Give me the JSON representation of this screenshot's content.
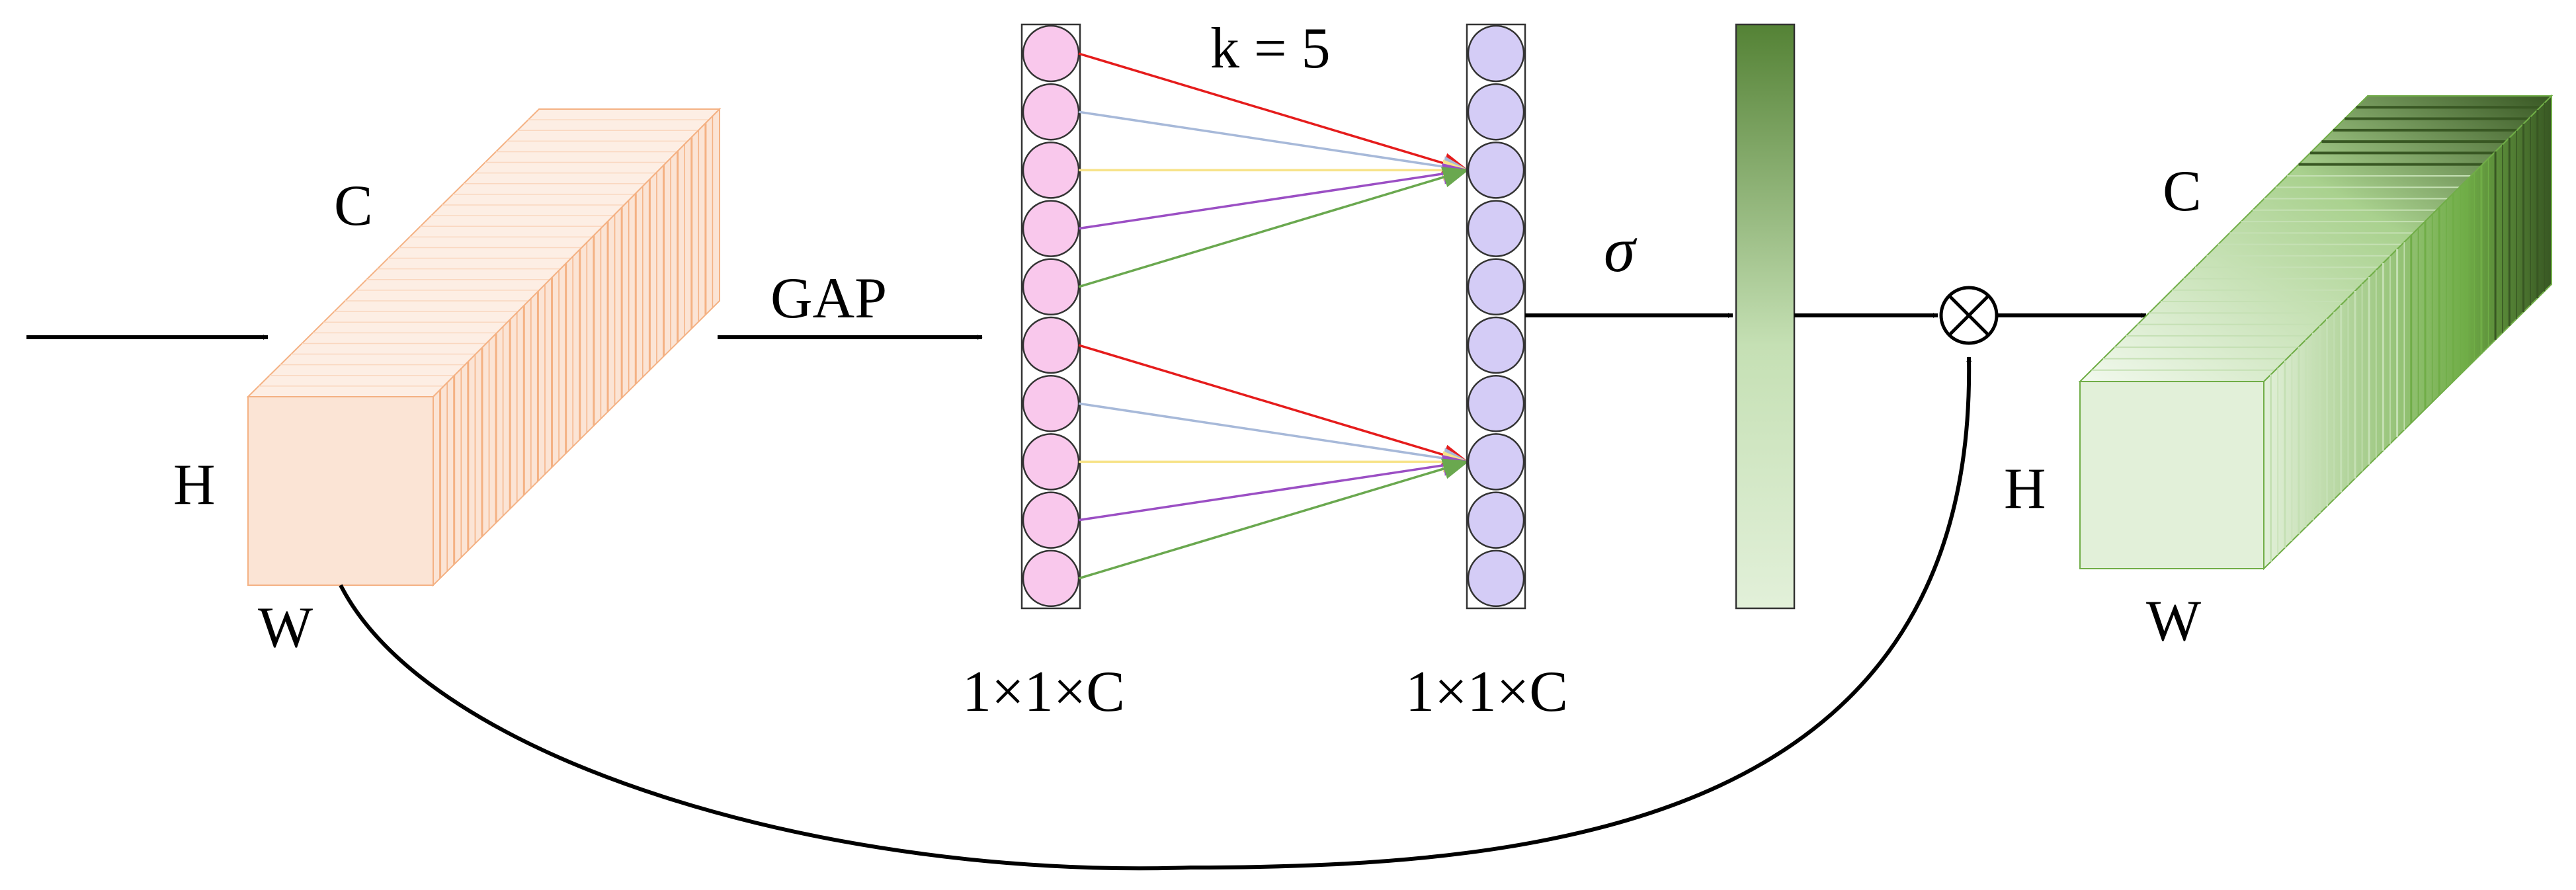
{
  "labels": {
    "input_c": "C",
    "input_h": "H",
    "input_w": "W",
    "gap": "GAP",
    "kernel": "k = 5",
    "vec1_dim": "1×1×C",
    "vec2_dim": "1×1×C",
    "sigma": "σ",
    "output_c": "C",
    "output_h": "H",
    "output_w": "W",
    "multiply_symbol": "⊗"
  },
  "colors": {
    "input_tensor": "#fbe4d5",
    "input_stripe": "#f4b183",
    "vector1_node": "#f9c8ec",
    "vector2_node": "#d4ccf6",
    "attention_top": "#548235",
    "attention_bottom": "#e2f0d9",
    "output_front": "#e2f0d9",
    "output_dark": "#385723",
    "conn_red": "#e51c1c",
    "conn_blue": "#a7b9d9",
    "conn_yellow": "#f7e38a",
    "conn_purple": "#9b4fc4",
    "conn_green": "#6aa84f"
  },
  "vectors": {
    "node_count": 10
  },
  "conv": {
    "kernel_size": 5,
    "groups": 2
  }
}
